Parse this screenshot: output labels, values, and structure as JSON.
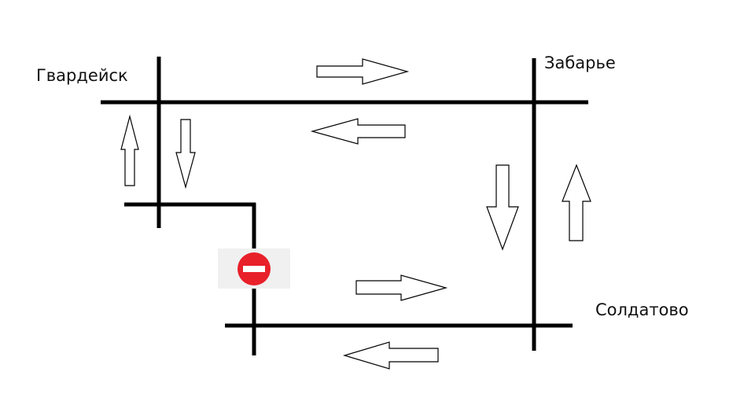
{
  "places": {
    "gvardeysk": "Гвардейск",
    "zabarye": "Забарье",
    "soldatovo": "Солдатово"
  },
  "sign": {
    "icon": "no-entry-sign",
    "color": "#e8202a",
    "bar_color": "#ffffff",
    "panel_color": "#f0f0f0"
  },
  "colors": {
    "road": "#000000",
    "arrow_fill": "#ffffff",
    "arrow_stroke": "#000000"
  },
  "arrows": {
    "top_road": [
      "east",
      "west"
    ],
    "left_road": [
      "north",
      "south"
    ],
    "right_road": [
      "south",
      "north"
    ],
    "bottom_road": [
      "east",
      "west"
    ]
  }
}
